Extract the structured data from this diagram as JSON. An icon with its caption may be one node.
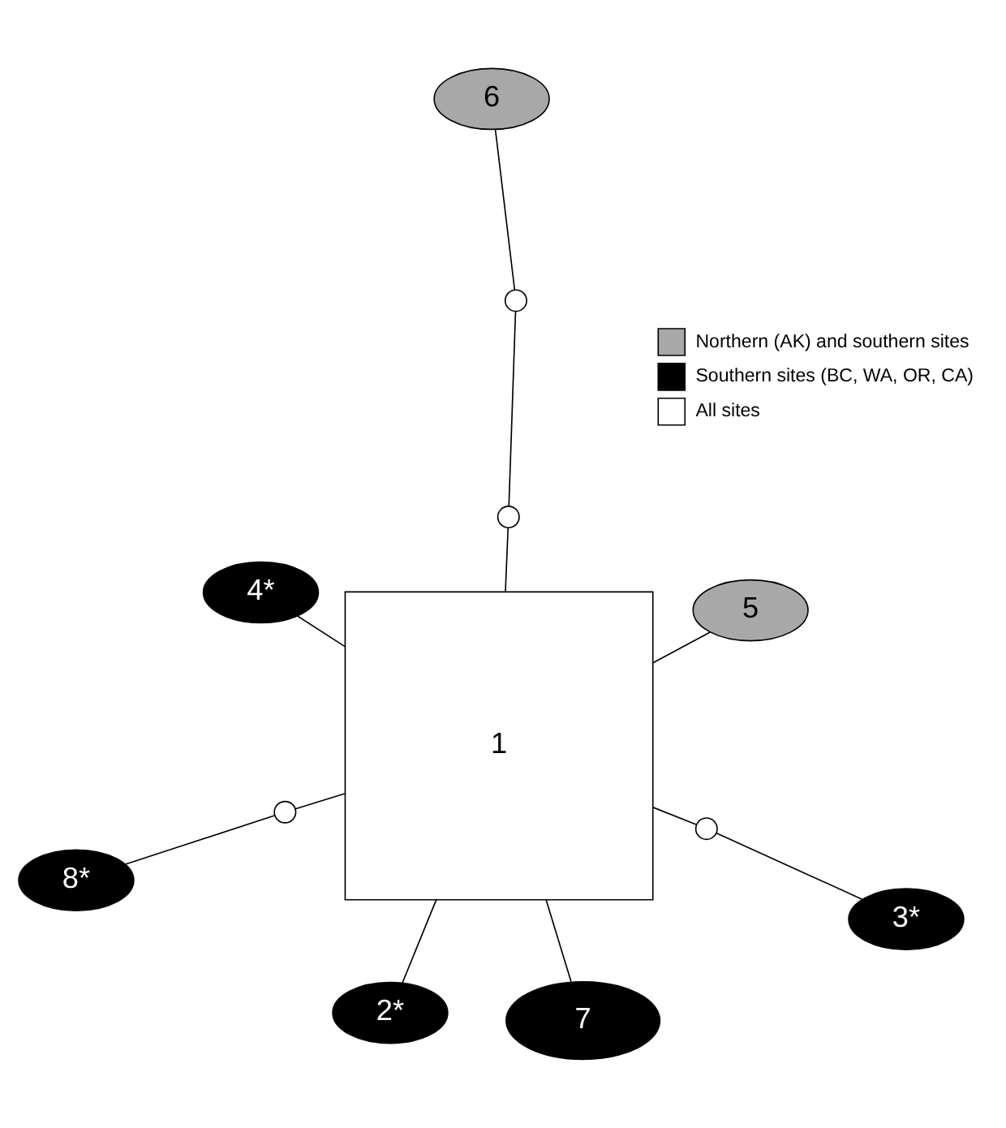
{
  "diagram": {
    "nodes": [
      {
        "text": [
          "6"
        ]
      },
      {
        "text": [],
        "shape": "circle"
      },
      {
        "text": [],
        "shape": "circle"
      },
      {
        "text": [
          "5"
        ]
      },
      {
        "text": [
          "1"
        ]
      },
      {
        "text": [
          "4*"
        ]
      },
      {
        "text": [
          "2*"
        ]
      },
      {
        "text": [],
        "shape": "circle"
      },
      {
        "text": [
          "3*"
        ]
      },
      {
        "text": [
          "7"
        ]
      },
      {
        "text": [],
        "shape": "circle"
      },
      {
        "text": [
          "8*"
        ]
      }
    ],
    "edges": [
      {
        "from": 0,
        "to": 1,
        "arrow": "none"
      },
      {
        "from": 1,
        "to": 2,
        "arrow": "none"
      },
      {
        "from": 2,
        "to": 4,
        "arrow": "none"
      },
      {
        "from": 3,
        "to": 4,
        "arrow": "none"
      },
      {
        "from": 4,
        "to": 5,
        "arrow": "none"
      },
      {
        "from": 6,
        "to": 4,
        "arrow": "none"
      },
      {
        "from": 4,
        "to": 7,
        "arrow": "none"
      },
      {
        "from": 7,
        "to": 8,
        "arrow": "none"
      },
      {
        "from": 4,
        "to": 9,
        "arrow": "none"
      },
      {
        "from": 4,
        "to": 10,
        "arrow": "none"
      },
      {
        "from": 10,
        "to": 11,
        "arrow": "none"
      }
    ],
    "legend": [
      {
        "text": "Northern (AK) and southern sites",
        "color": "#a8a8a8"
      },
      {
        "text": "Southern sites (BC, WA, OR, CA)",
        "color": "#000000"
      },
      {
        "text": "All sites",
        "color": "#ffffff"
      }
    ]
  }
}
